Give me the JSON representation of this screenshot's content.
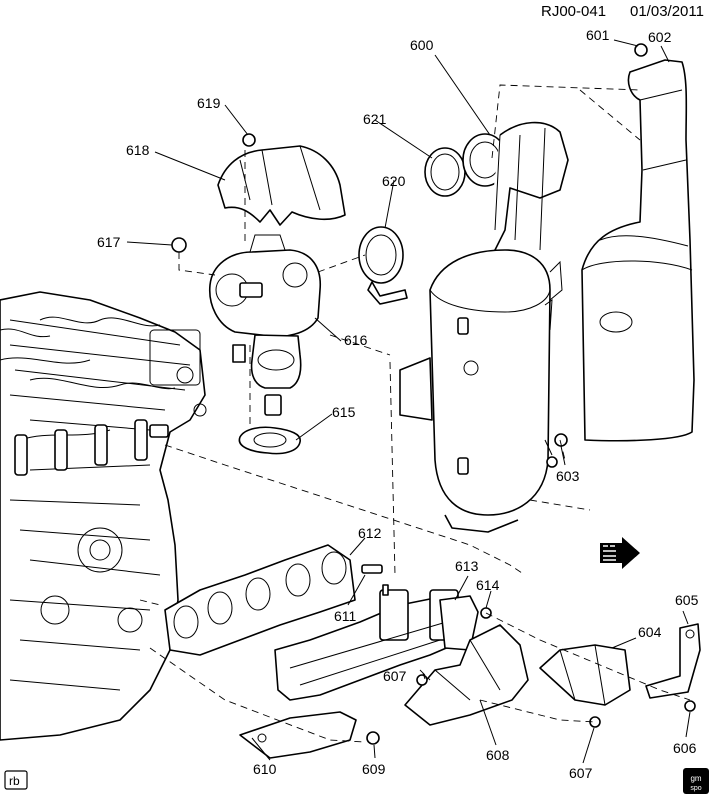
{
  "header": {
    "ref": "RJ00-041",
    "date": "01/03/2011"
  },
  "callouts": {
    "c600": "600",
    "c601": "601",
    "c602": "602",
    "c603": "603",
    "c604": "604",
    "c605": "605",
    "c606": "606",
    "c607a": "607",
    "c607b": "607",
    "c608": "608",
    "c609": "609",
    "c610": "610",
    "c611": "611",
    "c612": "612",
    "c613": "613",
    "c614": "614",
    "c615": "615",
    "c616": "616",
    "c617": "617",
    "c618": "618",
    "c619": "619",
    "c620": "620",
    "c621": "621"
  },
  "badge": {
    "text": "rb"
  },
  "logo": {
    "top": "gm",
    "bottom": "spo"
  }
}
